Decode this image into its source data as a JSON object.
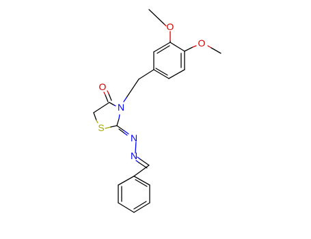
{
  "atoms": {
    "o_methoxy_top": "O",
    "o_methoxy_right": "O",
    "o_carbonyl": "O",
    "n_ring": "N",
    "s_ring": "S",
    "n_azine_1": "N",
    "n_azine_2": "N"
  },
  "colors": {
    "carbon_bond": "#000000",
    "oxygen": "#d40000",
    "nitrogen": "#0000ff",
    "sulfur": "#a6a600",
    "background": "#ffffff"
  }
}
